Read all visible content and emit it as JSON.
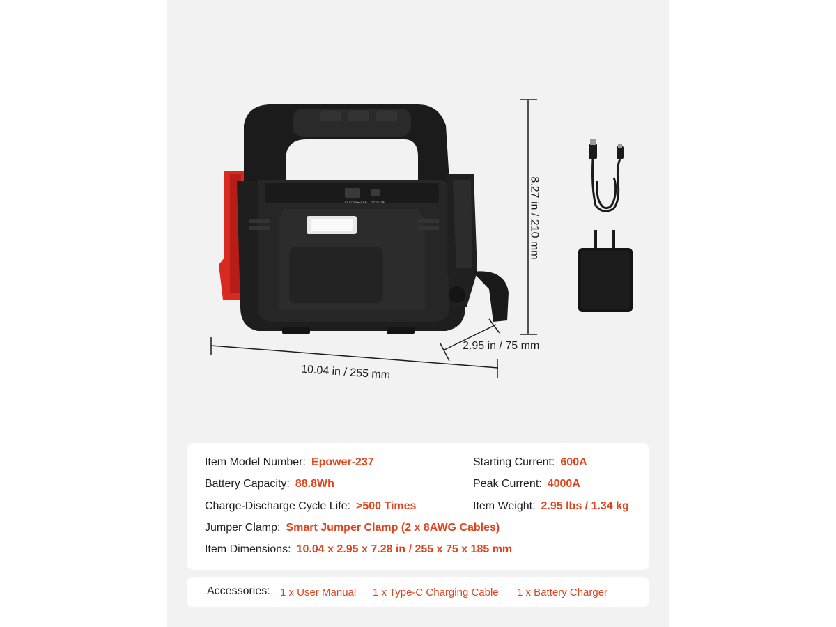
{
  "dimensions": {
    "width_label": "10.04 in / 255 mm",
    "depth_label": "2.95 in / 75 mm",
    "height_label": "8.27 in / 210 mm"
  },
  "product": {
    "port_label_1": "OUT:5V⎓2.4A",
    "port_label_2": "IN:5V/3A"
  },
  "specs": {
    "model": {
      "label": "Item Model Number:",
      "value": "Epower-237"
    },
    "capacity": {
      "label": "Battery Capacity:",
      "value": "88.8Wh"
    },
    "cycle_life": {
      "label": "Charge-Discharge Cycle Life:",
      "value": ">500 Times"
    },
    "jumper_clamp": {
      "label": "Jumper Clamp:",
      "value": "Smart Jumper Clamp (2 x 8AWG Cables)"
    },
    "dimensions": {
      "label": "Item Dimensions:",
      "value": "10.04 x 2.95 x 7.28 in / 255 x 75 x 185 mm"
    },
    "starting_current": {
      "label": "Starting Current:",
      "value": "600A"
    },
    "peak_current": {
      "label": "Peak Current:",
      "value": "4000A"
    },
    "weight": {
      "label": "Item Weight:",
      "value": "2.95 lbs / 1.34 kg"
    }
  },
  "accessories": {
    "label": "Accessories:",
    "items": [
      "1 x User Manual",
      "1 x Type-C Charging Cable",
      "1 x Battery Charger"
    ]
  }
}
